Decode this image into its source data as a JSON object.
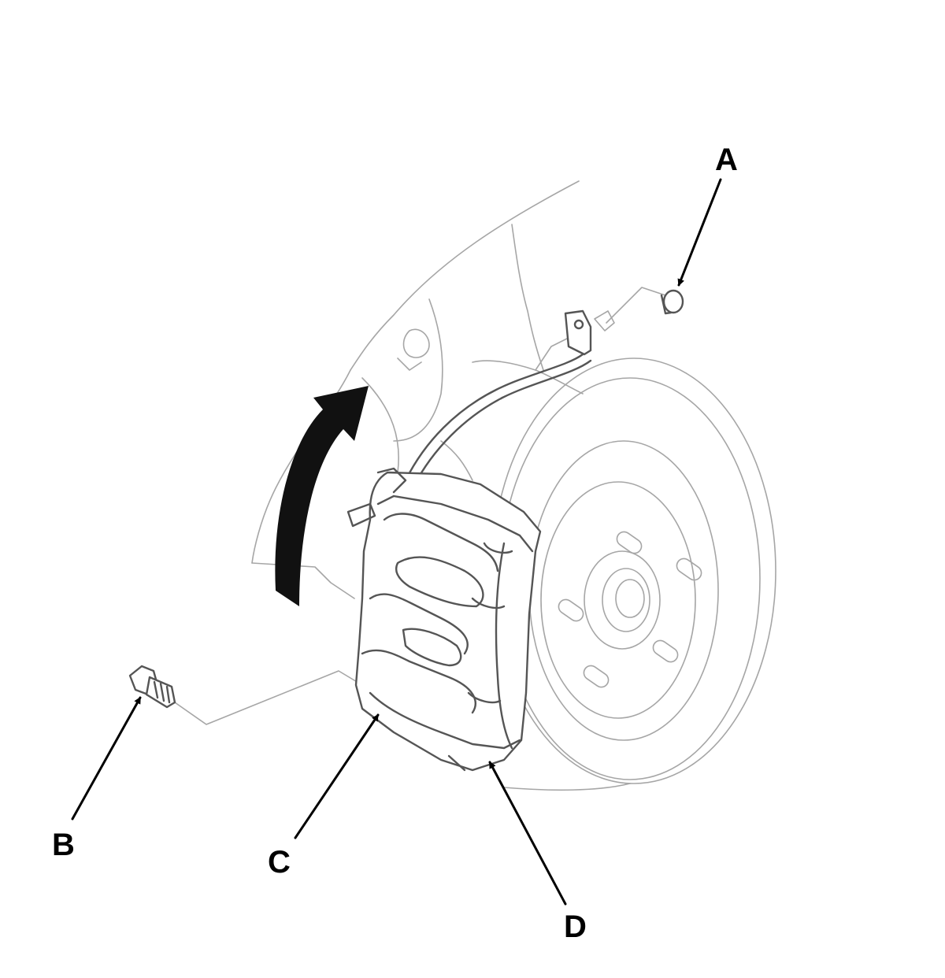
{
  "callouts": {
    "a": "A",
    "b": "B",
    "c": "C",
    "d": "D"
  },
  "colors": {
    "background": "#ffffff",
    "outline": "#a6a6a6",
    "part_outline": "#555555",
    "arrow": "#000000"
  },
  "icons": {
    "rotation": "curved-arrow-icon"
  }
}
